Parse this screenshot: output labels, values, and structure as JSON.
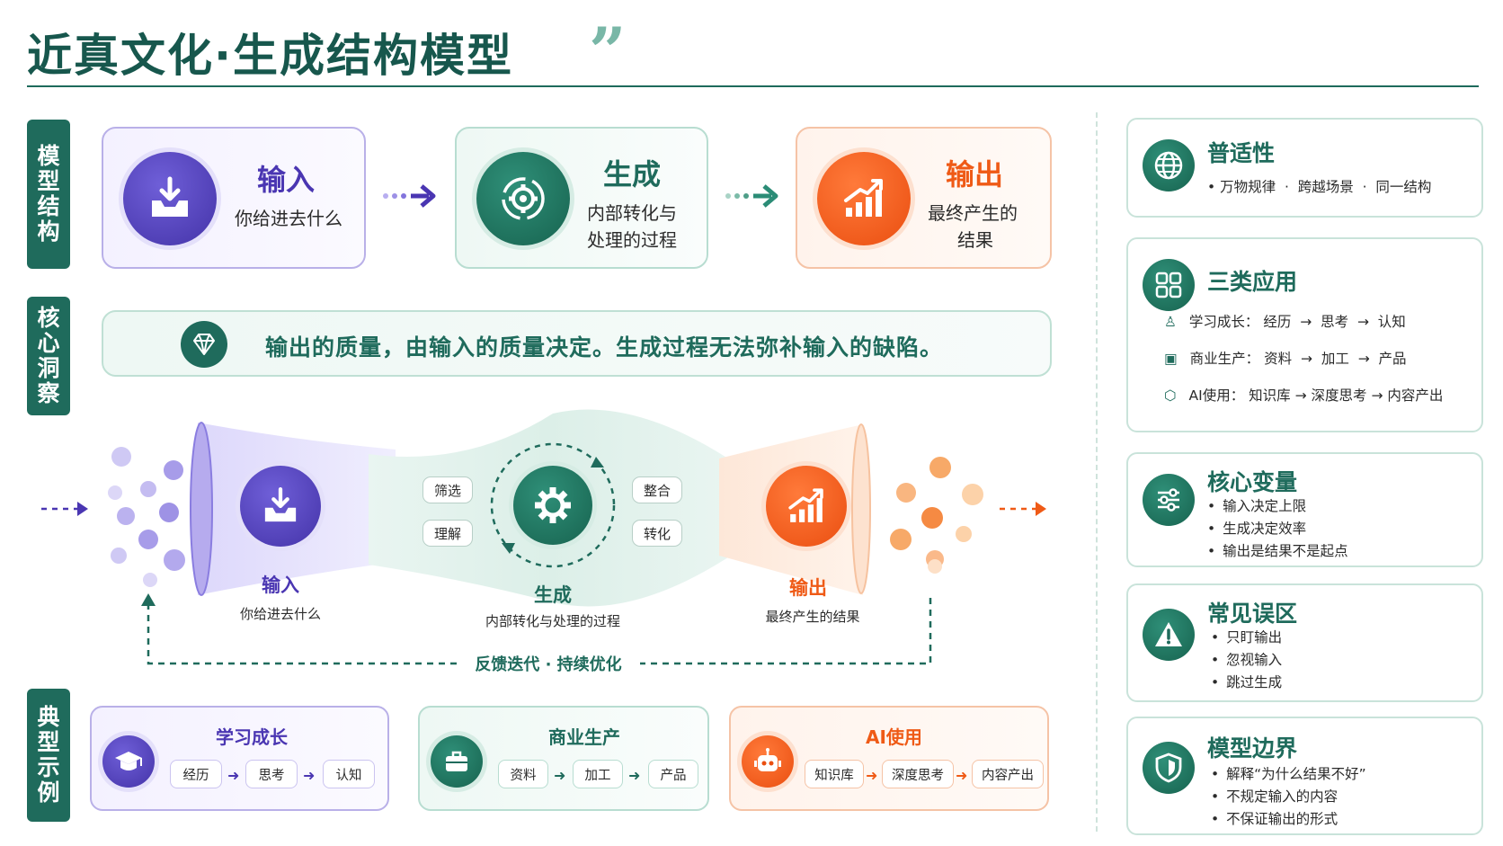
{
  "title": "近真文化·生成结构模型",
  "side_tabs": {
    "model": [
      "模",
      "型",
      "结",
      "构"
    ],
    "insight": [
      "核",
      "心",
      "洞",
      "察"
    ],
    "examples": [
      "典",
      "型",
      "示",
      "例"
    ]
  },
  "structure": {
    "input": {
      "title": "输入",
      "desc": "你给进去什么"
    },
    "generate": {
      "title": "生成",
      "desc1": "内部转化与",
      "desc2": "处理的过程"
    },
    "output": {
      "title": "输出",
      "desc1": "最终产生的",
      "desc2": "结果"
    }
  },
  "insight": "输出的质量，由输入的质量决定。生成过程无法弥补输入的缺陷。",
  "flow": {
    "input_title": "输入",
    "input_desc": "你给进去什么",
    "generate_title": "生成",
    "generate_desc": "内部转化与处理的过程",
    "output_title": "输出",
    "output_desc": "最终产生的结果",
    "pills": [
      "筛选",
      "理解",
      "整合",
      "转化"
    ],
    "feedback": "反馈迭代 · 持续优化"
  },
  "examples": [
    {
      "title": "学习成长",
      "steps": [
        "经历",
        "思考",
        "认知"
      ]
    },
    {
      "title": "商业生产",
      "steps": [
        "资料",
        "加工",
        "产品"
      ]
    },
    {
      "title": "AI使用",
      "steps": [
        "知识库",
        "深度思考",
        "内容产出"
      ]
    }
  ],
  "right_panel": {
    "universal": {
      "title": "普适性",
      "items": [
        "万物规律",
        "跨越场景",
        "同一结构"
      ]
    },
    "applications": {
      "title": "三类应用",
      "rows": [
        {
          "label": "学习成长：",
          "steps": [
            "经历",
            "思考",
            "认知"
          ]
        },
        {
          "label": "商业生产：",
          "steps": [
            "资料",
            "加工",
            "产品"
          ]
        },
        {
          "label": "AI使用：",
          "steps": [
            "知识库",
            "深度思考",
            "内容产出"
          ]
        }
      ]
    },
    "variables": {
      "title": "核心变量",
      "items": [
        "输入决定上限",
        "生成决定效率",
        "输出是结果不是起点"
      ]
    },
    "mistakes": {
      "title": "常见误区",
      "items": [
        "只盯输出",
        "忽视输入",
        "跳过生成"
      ]
    },
    "boundary": {
      "title": "模型边界",
      "items": [
        "解释“为什么结果不好”",
        "不规定输入的内容",
        "不保证输出的形式"
      ]
    }
  },
  "colors": {
    "primary_green": "#1f6b5c",
    "purple": "#4a36b2",
    "orange": "#ef5a16"
  }
}
